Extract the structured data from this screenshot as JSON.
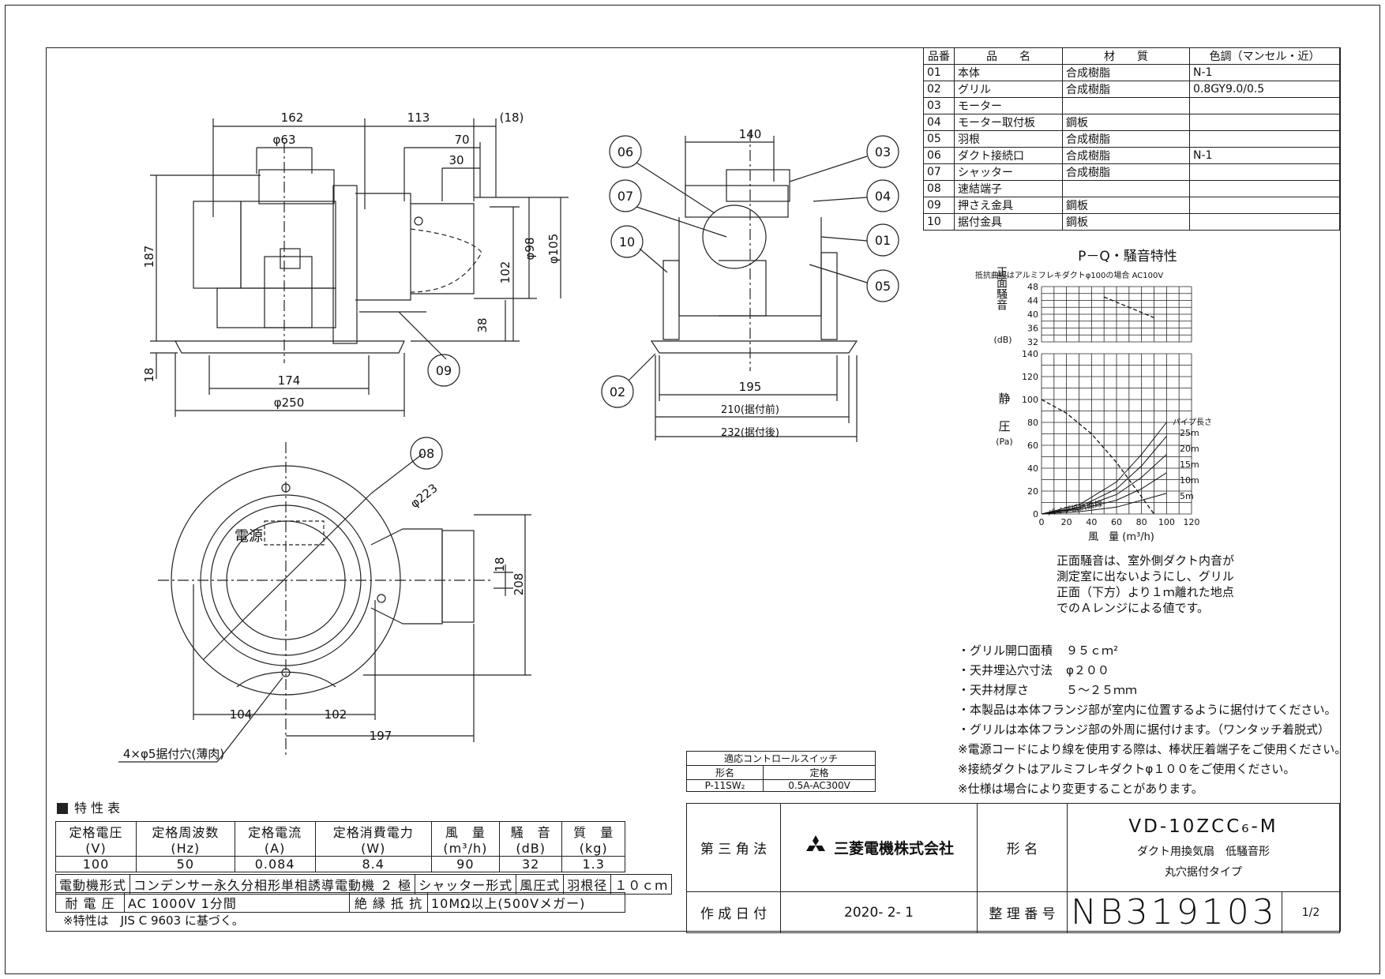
{
  "parts_table": {
    "headers": [
      "品番",
      "品　　名",
      "材　　質",
      "色調（マンセル・近）"
    ],
    "rows": [
      [
        "01",
        "本体",
        "合成樹脂",
        "N-1"
      ],
      [
        "02",
        "グリル",
        "合成樹脂",
        "0.8GY9.0/0.5"
      ],
      [
        "03",
        "モーター",
        "",
        ""
      ],
      [
        "04",
        "モーター取付板",
        "鋼板",
        ""
      ],
      [
        "05",
        "羽根",
        "合成樹脂",
        ""
      ],
      [
        "06",
        "ダクト接続口",
        "合成樹脂",
        "N-1"
      ],
      [
        "07",
        "シャッター",
        "合成樹脂",
        ""
      ],
      [
        "08",
        "速結端子",
        "",
        ""
      ],
      [
        "09",
        "押さえ金具",
        "鋼板",
        ""
      ],
      [
        "10",
        "据付金具",
        "鋼板",
        ""
      ]
    ]
  },
  "dims_side": [
    "162",
    "113",
    "(18)",
    "φ63",
    "70",
    "30",
    "187",
    "102",
    "φ98",
    "φ105",
    "38",
    "18",
    "174",
    "φ250"
  ],
  "dims_front": [
    "140",
    "195",
    "210(据付前)",
    "232(据付後)"
  ],
  "dims_bottom": [
    "φ223",
    "電源",
    "18",
    "208",
    "104",
    "102",
    "197",
    "4×φ5据付穴(薄肉)"
  ],
  "callouts": [
    "06",
    "07",
    "10",
    "03",
    "04",
    "01",
    "05",
    "02",
    "09",
    "08"
  ],
  "pq_chart": {
    "title": "P－Q・騒音特性",
    "subtitle": "抵抗曲線はアルミフレキダクトφ100の場合 AC100V",
    "noise_label": "正面騒音",
    "noise_unit": "(dB)",
    "noise_ticks": [
      "48",
      "44",
      "40",
      "36",
      "32"
    ],
    "pressure_label_1": "静",
    "pressure_label_2": "圧",
    "pressure_unit": "(Pa)",
    "pressure_ticks": [
      "140",
      "120",
      "100",
      "80",
      "60",
      "40",
      "20",
      "0"
    ],
    "x_ticks": [
      "0",
      "20",
      "40",
      "60",
      "80",
      "100",
      "120"
    ],
    "x_label": "風　量 (m³/h)",
    "pipe_title": "パイプ長さ",
    "pipe_labels": [
      "25m",
      "20m",
      "15m",
      "10m",
      "5m"
    ],
    "resist_label": "パイプ抵抗曲線"
  },
  "chart_data": {
    "type": "line",
    "title": "P－Q・騒音特性",
    "xlabel": "風量 (m³/h)",
    "ylabel": "静圧 (Pa)",
    "xlim": [
      0,
      120
    ],
    "ylim": [
      0,
      140
    ],
    "series": [
      {
        "name": "静圧",
        "x": [
          0,
          20,
          40,
          60,
          80,
          90
        ],
        "y": [
          100,
          88,
          70,
          45,
          15,
          0
        ]
      },
      {
        "name": "正面騒音",
        "x": [
          50,
          70,
          90
        ],
        "y": [
          45,
          42,
          39
        ]
      },
      {
        "name": "25m",
        "x": [
          0,
          30,
          60,
          80,
          100
        ],
        "y": [
          0,
          8,
          28,
          52,
          80
        ]
      },
      {
        "name": "20m",
        "x": [
          0,
          30,
          60,
          80,
          100
        ],
        "y": [
          0,
          6,
          22,
          42,
          68
        ]
      },
      {
        "name": "15m",
        "x": [
          0,
          30,
          60,
          80,
          100
        ],
        "y": [
          0,
          5,
          17,
          32,
          52
        ]
      },
      {
        "name": "10m",
        "x": [
          0,
          30,
          60,
          80,
          100
        ],
        "y": [
          0,
          4,
          12,
          22,
          36
        ]
      },
      {
        "name": "5m",
        "x": [
          0,
          30,
          60,
          80,
          100
        ],
        "y": [
          0,
          2,
          6,
          12,
          18
        ]
      }
    ]
  },
  "pq_note": [
    "正面騒音は、室外側ダクト内音が",
    "測定室に出ないようにし、グリル",
    "正面（下方）より１ｍ離れた地点",
    "でのＡレンジによる値です。"
  ],
  "specs_list": [
    {
      "k": "・グリル開口面積",
      "v": "９５ｃｍ²"
    },
    {
      "k": "・天井埋込穴寸法",
      "v": "φ２００"
    },
    {
      "k": "・天井材厚さ",
      "v": "５～２５ｍｍ"
    }
  ],
  "notes": [
    "・本製品は本体フランジ部が室内に位置するように据付けてください。",
    "・グリルは本体フランジ部の外周に据付けます。（ワンタッチ着脱式）",
    "※電源コードにより線を使用する際は、棒状圧着端子をご使用ください。",
    "※接続ダクトはアルミフレキダクトφ１００をご使用ください。",
    "※仕様は場合により変更することがあります。"
  ],
  "switch_table": {
    "title": "適応コントロールスイッチ",
    "h1": "形名",
    "h2": "定格",
    "c1": "P-11SW₂",
    "c2": "0.5A-AC300V"
  },
  "spec_table": {
    "title": "特 性 表",
    "headers": [
      [
        "定格電圧",
        "(V)"
      ],
      [
        "定格周波数",
        "(Hz)"
      ],
      [
        "定格電流",
        "(A)"
      ],
      [
        "定格消費電力",
        "(W)"
      ],
      [
        "風　量",
        "(m³/h)"
      ],
      [
        "騒　音",
        "(dB)"
      ],
      [
        "質　量",
        "(kg)"
      ]
    ],
    "values": [
      "100",
      "50",
      "0.084",
      "8.4",
      "90",
      "32",
      "1.3"
    ],
    "motor_label": "電動機形式",
    "motor_value": "コンデンサー永久分相形単相誘導電動機 ２ 極",
    "shutter_label": "シャッター形式",
    "shutter_value": "風圧式",
    "blade_label": "羽根径",
    "blade_value": "１０ｃｍ",
    "voltage_label": "耐 電 圧",
    "voltage_value": "AC 1000V 1分間",
    "insul_label": "絶 縁 抵 抗",
    "insul_value": "10MΩ以上(500Vメガー)",
    "footnote": "※特性は　JIS C 9603 に基づく。"
  },
  "title_block": {
    "projection": "第 三 角 法",
    "company": "三菱電機株式会社",
    "model_label": "形 名",
    "model": "VD-10ZCC₆-M",
    "desc1": "ダクト用換気扇　低騒音形",
    "desc2": "丸穴据付タイプ",
    "date_label": "作 成 日 付",
    "date": "2020- 2- 1",
    "number_label": "整 理 番 号",
    "number": "NB319103",
    "page": "1/2"
  }
}
